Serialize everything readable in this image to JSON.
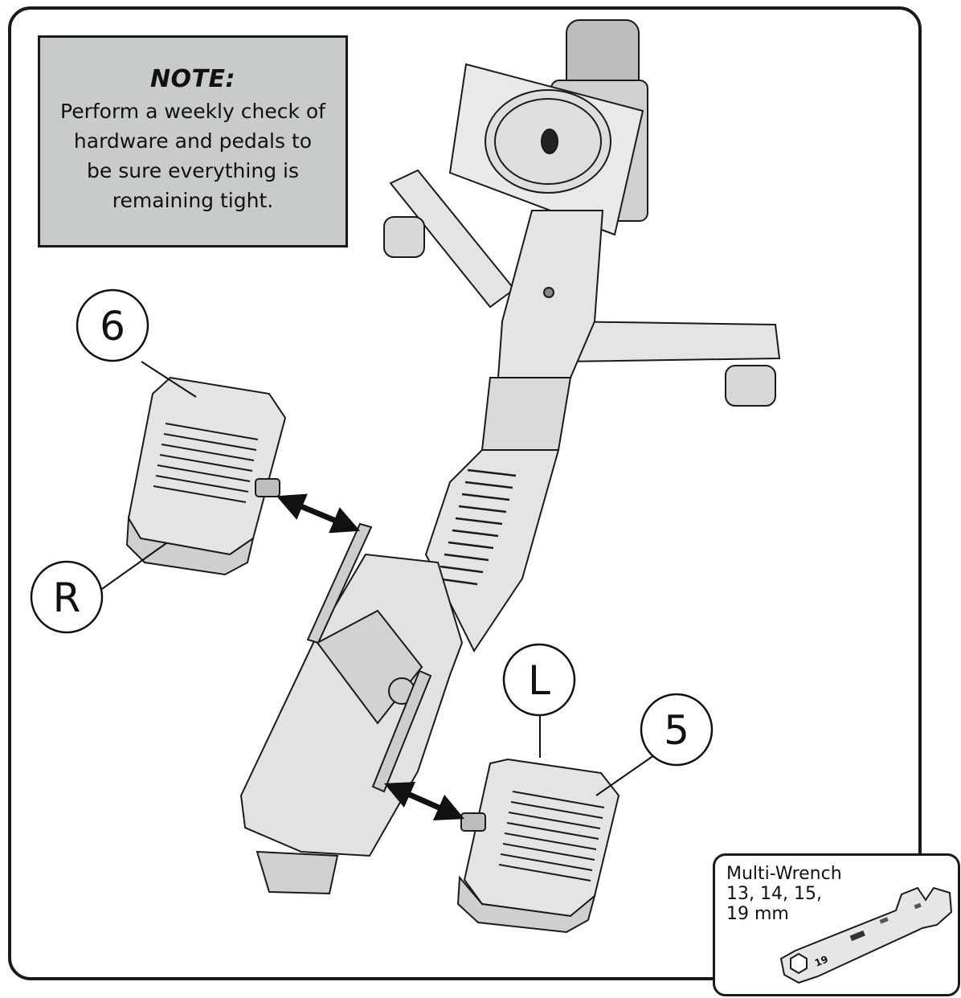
{
  "note": {
    "title": "NOTE:",
    "body": "Perform a weekly check of hardware and pedals to be sure everything is remaining tight."
  },
  "callouts": {
    "part_6": "6",
    "part_5": "5",
    "right": "R",
    "left": "L"
  },
  "tool": {
    "name": "Multi-Wrench",
    "sizes_line1": "13, 14, 15,",
    "sizes_line2": "19 mm",
    "engraving": "19"
  },
  "colors": {
    "line": "#1a1a1a",
    "note_bg": "#c8cbcc",
    "part_fill": "#e4e4e4",
    "part_shade": "#cfcfcf"
  }
}
